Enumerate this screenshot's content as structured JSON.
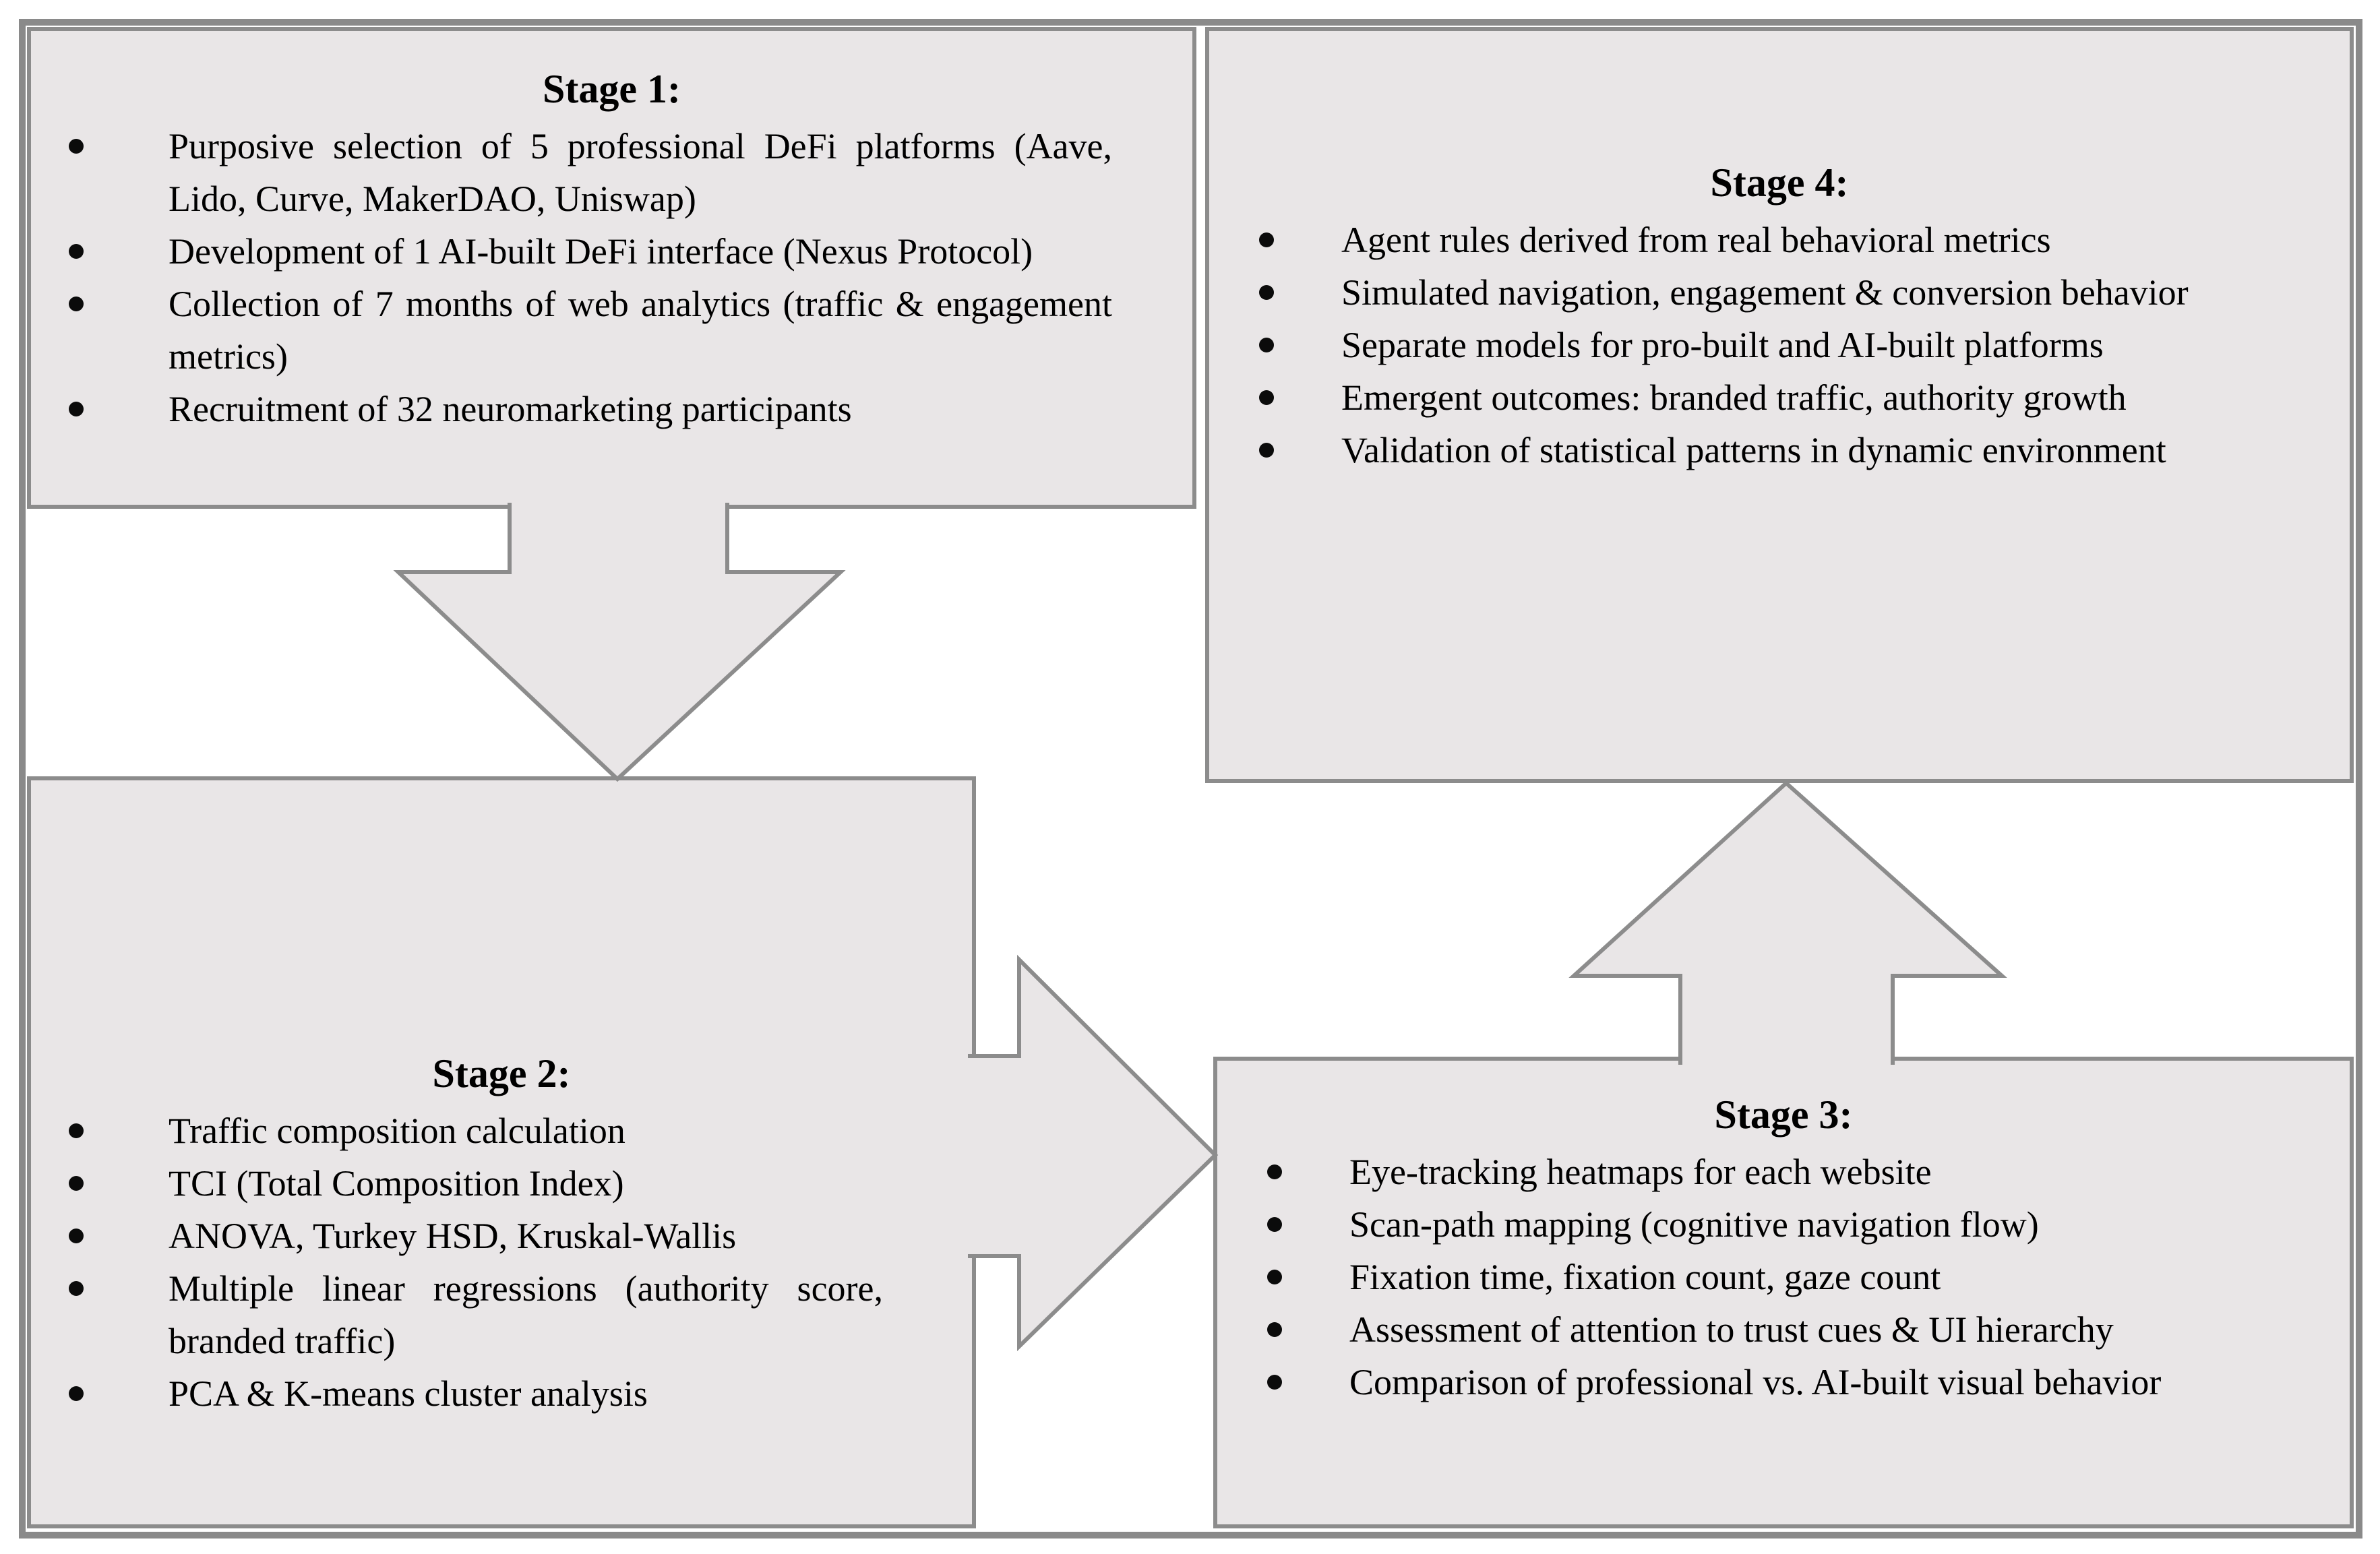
{
  "figure": {
    "type": "flow-diagram",
    "stages": [
      {
        "title": "Stage 1:",
        "bullets": [
          "Purposive selection of 5 professional DeFi platforms (Aave, Lido, Curve, MakerDAO, Uniswap)",
          "Development of 1 AI-built DeFi interface (Nexus Protocol)",
          "Collection of 7 months of web analytics (traffic & engagement metrics)",
          "Recruitment of 32 neuromarketing participants"
        ]
      },
      {
        "title": "Stage 2:",
        "bullets": [
          "Traffic composition calculation",
          "TCI (Total Composition Index)",
          "ANOVA, Turkey HSD, Kruskal-Wallis",
          "Multiple linear regressions (authority score, branded traffic)",
          "PCA & K-means cluster analysis"
        ]
      },
      {
        "title": "Stage 3:",
        "bullets": [
          "Eye-tracking heatmaps for each website",
          "Scan-path mapping (cognitive navigation flow)",
          "Fixation time, fixation count, gaze count",
          "Assessment of attention to trust cues & UI hierarchy",
          "Comparison of professional vs. AI-built visual behavior"
        ]
      },
      {
        "title": "Stage 4:",
        "bullets": [
          "Agent rules derived from real behavioral metrics",
          "Simulated navigation, engagement & conversion behavior",
          "Separate models for pro-built and AI-built platforms",
          "Emergent outcomes: branded traffic, authority growth",
          "Validation of statistical patterns in dynamic environment"
        ]
      }
    ],
    "arrows": [
      {
        "from": "Stage 1",
        "to": "Stage 2",
        "direction": "down"
      },
      {
        "from": "Stage 2",
        "to": "Stage 3",
        "direction": "right"
      },
      {
        "from": "Stage 3",
        "to": "Stage 4",
        "direction": "up"
      }
    ],
    "colors": {
      "box_fill": "#e9e6e7",
      "box_border": "#8c8c8c",
      "outer_border": "#8a8a8a",
      "text": "#000000",
      "bullet_dot": "#0b0b0b",
      "background": "#ffffff"
    }
  }
}
